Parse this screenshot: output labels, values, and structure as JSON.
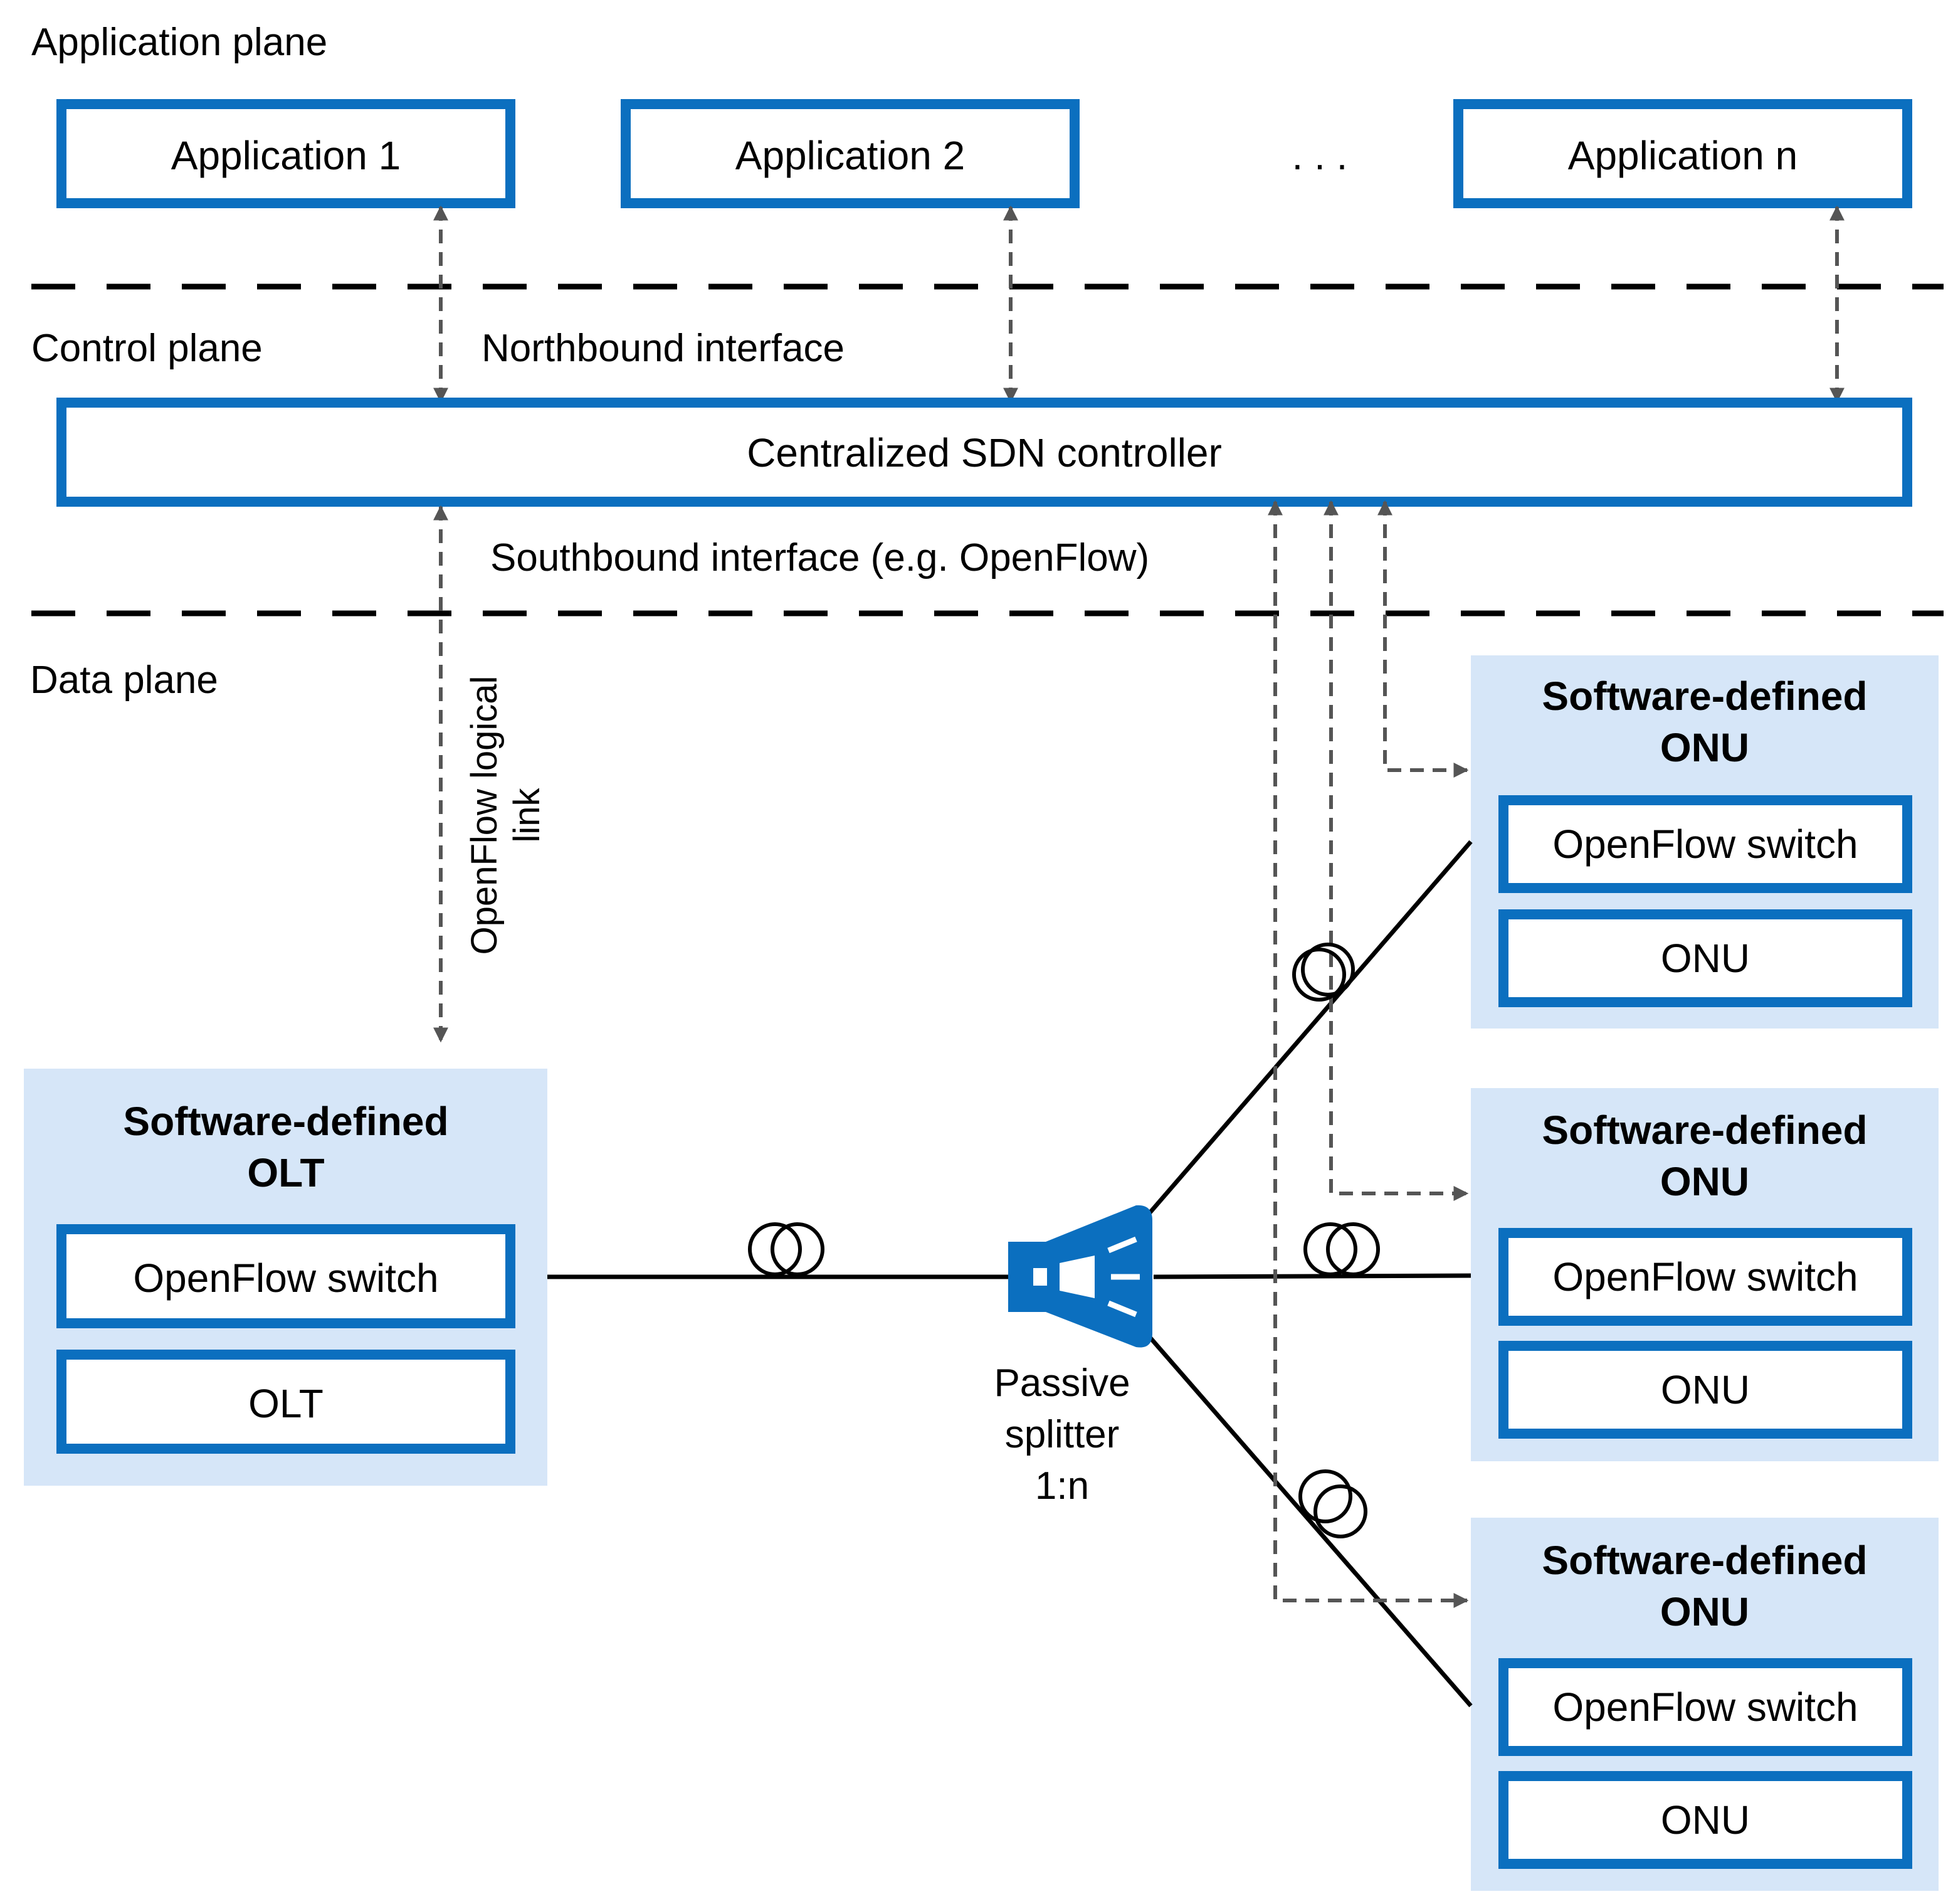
{
  "planes": {
    "application": "Application plane",
    "control": "Control plane",
    "data": "Data plane"
  },
  "applications": [
    "Application 1",
    "Application 2",
    "Application n"
  ],
  "ellipsis": ". . .",
  "controller": "Centralized SDN controller",
  "interfaces": {
    "northbound": "Northbound interface",
    "southbound": "Southbound interface (e.g. OpenFlow)",
    "logical_link_line1": "OpenFlow logical",
    "logical_link_line2": "link"
  },
  "olt": {
    "title_line1": "Software-defined",
    "title_line2": "OLT",
    "switch": "OpenFlow switch",
    "device": "OLT"
  },
  "onus": [
    {
      "title_line1": "Software-defined",
      "title_line2": "ONU",
      "switch": "OpenFlow switch",
      "device": "ONU"
    },
    {
      "title_line1": "Software-defined",
      "title_line2": "ONU",
      "switch": "OpenFlow switch",
      "device": "ONU"
    },
    {
      "title_line1": "Software-defined",
      "title_line2": "ONU",
      "switch": "OpenFlow switch",
      "device": "ONU"
    }
  ],
  "splitter": {
    "line1": "Passive",
    "line2": "splitter",
    "line3": "1:n"
  },
  "colors": {
    "box_border": "#0B6FBF",
    "panel_fill": "#D6E6F8",
    "dashed_link": "#555555",
    "fiber": "#000000",
    "splitter_fill": "#0B6FBF"
  },
  "icons": {
    "splitter": "passive-splitter-icon",
    "fiber_coil": "fiber-coil-icon"
  }
}
